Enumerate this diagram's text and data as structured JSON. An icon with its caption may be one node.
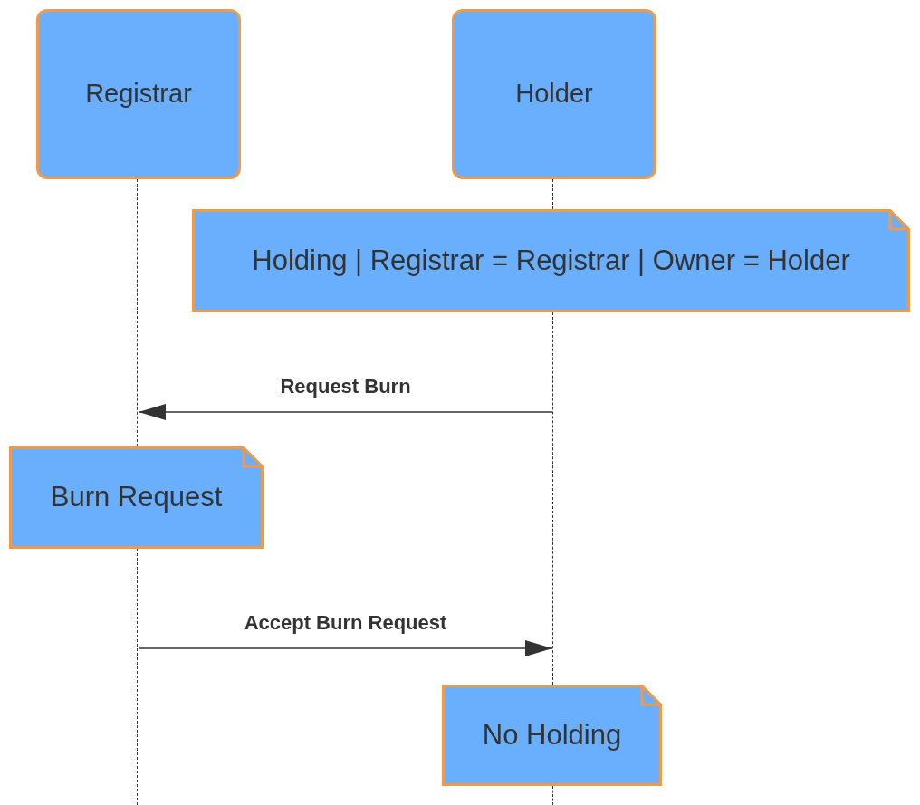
{
  "diagram": {
    "nodes": [
      {
        "text": [
          "Registrar"
        ]
      },
      {
        "text": [
          "Holder"
        ]
      },
      {
        "text": [
          "Holding | Registrar = Registrar | Owner = Holder"
        ]
      },
      {
        "text": [
          "Burn Request"
        ]
      },
      {
        "text": [
          "No Holding"
        ]
      },
      {
        "text": [],
        "shape": "line"
      },
      {
        "text": [],
        "shape": "line"
      },
      {
        "text": [],
        "shape": "line"
      },
      {
        "text": [],
        "shape": "line"
      },
      {
        "text": [],
        "shape": "line"
      }
    ],
    "edges": [
      {
        "from": 8,
        "to": 5,
        "arrow": "to",
        "label": "Request Burn"
      },
      {
        "from": 6,
        "to": 8,
        "arrow": "to",
        "label": "Accept Burn Request"
      }
    ]
  }
}
